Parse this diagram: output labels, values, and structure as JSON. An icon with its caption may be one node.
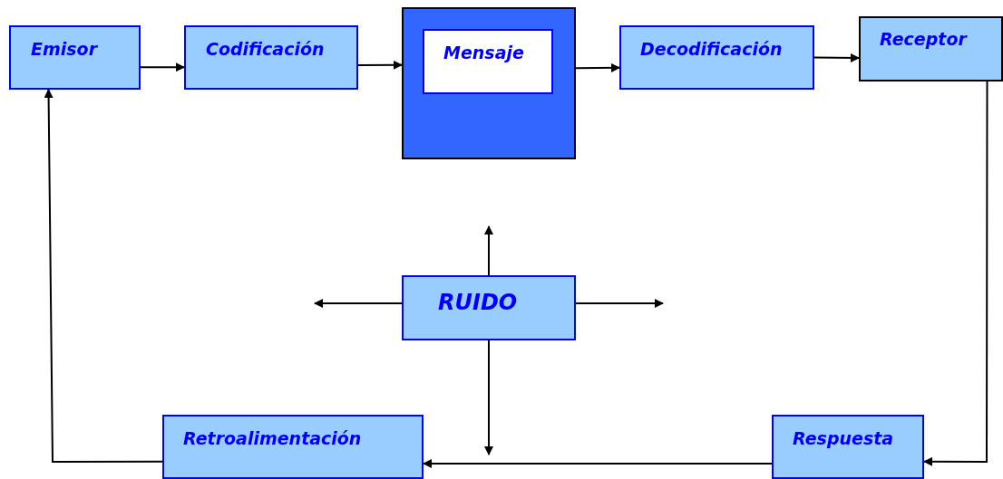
{
  "diagram": {
    "nodes": [
      {
        "text": [
          "Emisor"
        ]
      },
      {
        "text": [
          "Codificación"
        ]
      },
      {
        "text": [],
        "shape": "box"
      },
      {
        "text": [
          "Mensaje"
        ],
        "in": 2
      },
      {
        "text": [
          "Decodificación"
        ]
      },
      {
        "text": [
          "Receptor"
        ]
      },
      {
        "text": [
          "RUIDO"
        ]
      },
      {
        "text": [
          "Retroalimentación"
        ]
      },
      {
        "text": [
          "Respuesta"
        ]
      }
    ],
    "edges": [
      {
        "from": 0,
        "to": 1,
        "arrow": "to"
      },
      {
        "from": 1,
        "to": 2,
        "arrow": "to"
      },
      {
        "from": 2,
        "to": 4,
        "arrow": "to"
      },
      {
        "from": 4,
        "to": 5,
        "arrow": "to"
      },
      {
        "from": 5,
        "to": 8,
        "arrow": "to"
      },
      {
        "from": 8,
        "to": 7,
        "arrow": "to"
      },
      {
        "from": 7,
        "to": 0,
        "arrow": "to"
      },
      {
        "from": 6,
        "to": null,
        "arrow": "to"
      },
      {
        "from": 6,
        "to": null,
        "arrow": "to"
      },
      {
        "from": 6,
        "to": null,
        "arrow": "to"
      },
      {
        "from": 6,
        "to": null,
        "arrow": "to"
      }
    ]
  }
}
